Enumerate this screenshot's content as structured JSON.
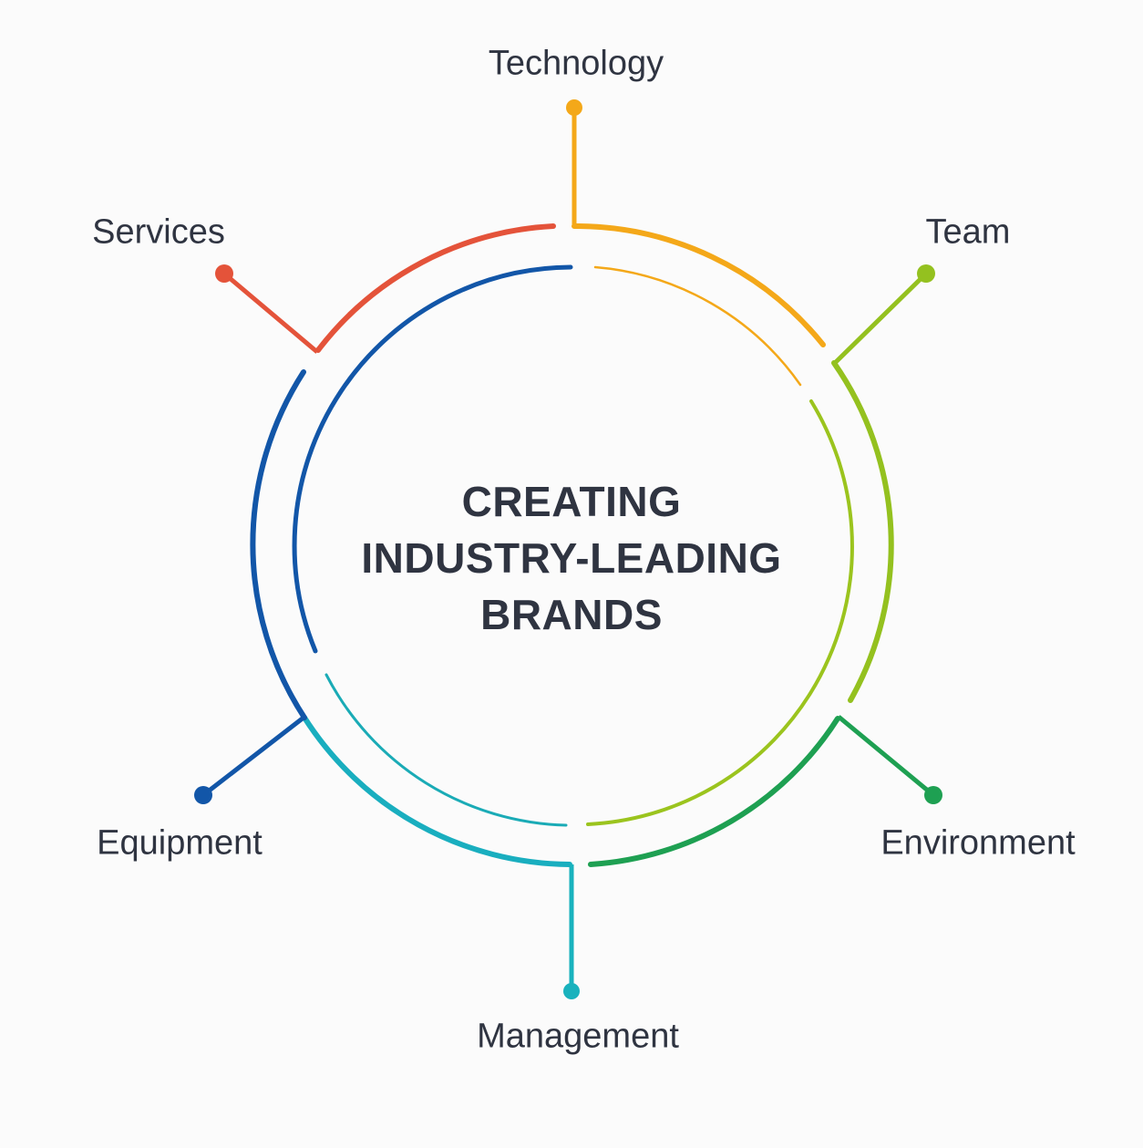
{
  "center": {
    "lines": [
      "CREATING",
      "INDUSTRY-LEADING",
      "BRANDS"
    ]
  },
  "nodes": [
    {
      "id": "technology",
      "label": "Technology",
      "color": "#f4a819"
    },
    {
      "id": "team",
      "label": "Team",
      "color": "#94c11f"
    },
    {
      "id": "environment",
      "label": "Environment",
      "color": "#1ea052"
    },
    {
      "id": "management",
      "label": "Management",
      "color": "#19b2bd"
    },
    {
      "id": "equipment",
      "label": "Equipment",
      "color": "#1256a8"
    },
    {
      "id": "services",
      "label": "Services",
      "color": "#e4533a"
    }
  ]
}
